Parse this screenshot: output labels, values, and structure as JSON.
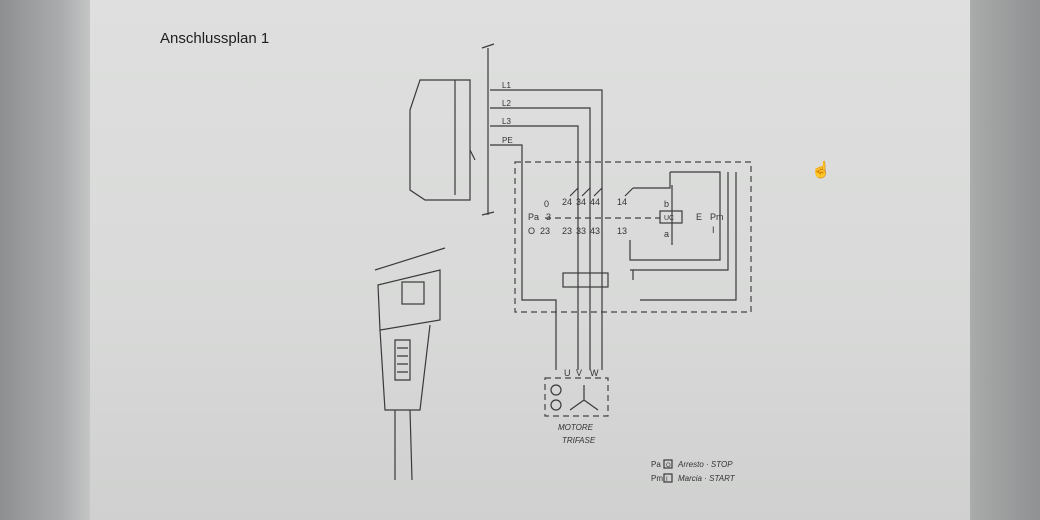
{
  "title": "Anschlussplan 1",
  "lines": {
    "l1": "L1",
    "l2": "L2",
    "l3": "L3",
    "pe": "PE"
  },
  "switch": {
    "zero": "0",
    "pa": "Pa",
    "three": "3",
    "stop_box": "O",
    "c23a": "23",
    "c24": "24",
    "c34": "34",
    "c44": "44",
    "c14": "14",
    "c23b": "23",
    "c33": "33",
    "c43": "43",
    "c13": "13",
    "b": "b",
    "a": "a",
    "coil": "UC",
    "e": "E",
    "pm": "Pm",
    "start_box": "I"
  },
  "motor": {
    "u": "U",
    "v": "V",
    "w": "W",
    "label1": "MOTORE",
    "label2": "TRIFASE"
  },
  "legend": [
    {
      "code": "Pa",
      "box": "O",
      "text": "Arresto · STOP"
    },
    {
      "code": "Pm",
      "box": "I",
      "text": "Marcia · START"
    }
  ]
}
